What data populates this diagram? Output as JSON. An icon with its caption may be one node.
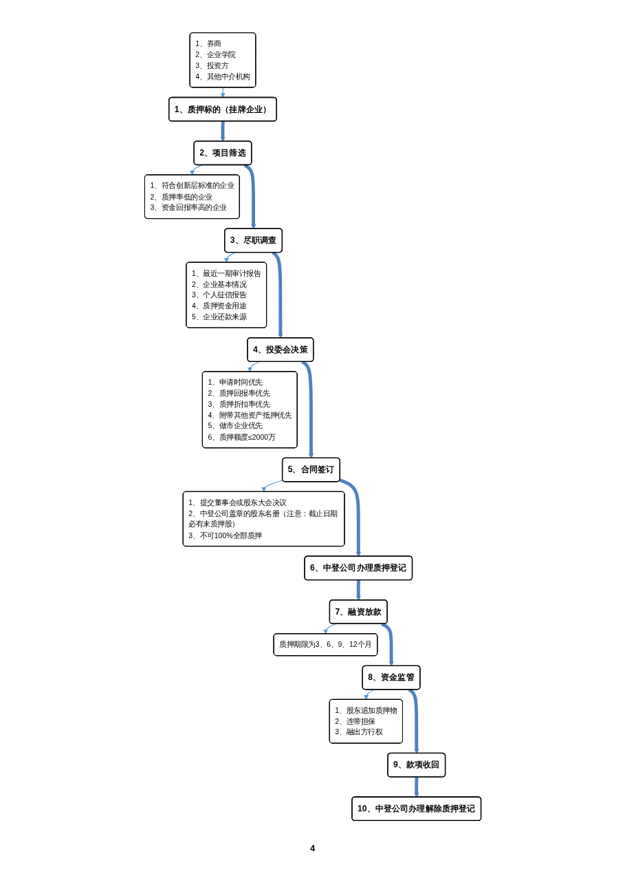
{
  "diagram": {
    "nodes": [
      {
        "text": [
          "1、券商",
          "2、企业学院",
          "3、投资方",
          "4、其他中介机构"
        ]
      },
      {
        "text": [
          "1、质押标的（挂牌企业）"
        ]
      },
      {
        "text": [
          "1、符合创新层标准的企业",
          "2、质押率低的企业",
          "3、资金回报率高的企业"
        ]
      },
      {
        "text": [
          "2、项目筛选"
        ]
      },
      {
        "text": [
          "1、最近一期审计报告",
          "2、企业基本情况",
          "3、个人征信报告",
          "4、质押资金用途",
          "5、企业还款来源"
        ]
      },
      {
        "text": [
          "3、尽职调查"
        ]
      },
      {
        "text": [
          "1、申请时间优先",
          "2、质押回报率优先",
          "3、质押折扣率优先",
          "4、附带其他资产抵押优先",
          "5、做市企业优先",
          "6、质押额度≤2000万"
        ]
      },
      {
        "text": [
          "4、投委会决策"
        ]
      },
      {
        "text": [
          "1、提交董事会或股东大会决议",
          "2、中登公司盖章的股东名册（注意：截止日期必有未质押股）",
          "3、不可100%全部质押"
        ]
      },
      {
        "text": [
          "5、合同签订"
        ]
      },
      {
        "text": [
          "6、中登公司办理质押登记"
        ]
      },
      {
        "text": [
          "7、融资放款"
        ]
      },
      {
        "text": [
          "质押期限为3、6、9、12个月"
        ]
      },
      {
        "text": [
          "1、股东追加质押物",
          "2、连带担保",
          "3、融出方行权"
        ]
      },
      {
        "text": [
          "8、资金监管"
        ]
      },
      {
        "text": [
          "9、款项收回"
        ]
      },
      {
        "text": [
          "10、中登公司办理解除质押登记"
        ]
      }
    ],
    "edges": [
      {
        "from": 0,
        "to": 1,
        "arrow": "to",
        "color": "#5b9bd5"
      },
      {
        "from": 1,
        "to": 3,
        "arrow": "to"
      },
      {
        "from": 3,
        "to": 2,
        "arrow": "to",
        "color": "#5b9bd5"
      },
      {
        "from": 3,
        "to": 5,
        "arrow": "to"
      },
      {
        "from": 5,
        "to": 4,
        "arrow": "to",
        "color": "#5b9bd5"
      },
      {
        "from": 5,
        "to": 7,
        "arrow": "to"
      },
      {
        "from": 7,
        "to": 6,
        "arrow": "to",
        "color": "#5b9bd5"
      },
      {
        "from": 7,
        "to": 9,
        "arrow": "to"
      },
      {
        "from": 9,
        "to": 8,
        "arrow": "to",
        "color": "#5b9bd5"
      },
      {
        "from": 9,
        "to": 10,
        "arrow": "to"
      },
      {
        "from": 10,
        "to": 11,
        "arrow": "to"
      },
      {
        "from": 11,
        "to": 12,
        "arrow": "to",
        "color": "#5b9bd5"
      },
      {
        "from": 11,
        "to": 14,
        "arrow": "to"
      },
      {
        "from": 14,
        "to": 13,
        "arrow": "to",
        "color": "#5b9bd5"
      },
      {
        "from": 14,
        "to": 15,
        "arrow": "to"
      },
      {
        "from": 15,
        "to": 16,
        "arrow": "to"
      }
    ],
    "labels": [
      "4"
    ]
  }
}
